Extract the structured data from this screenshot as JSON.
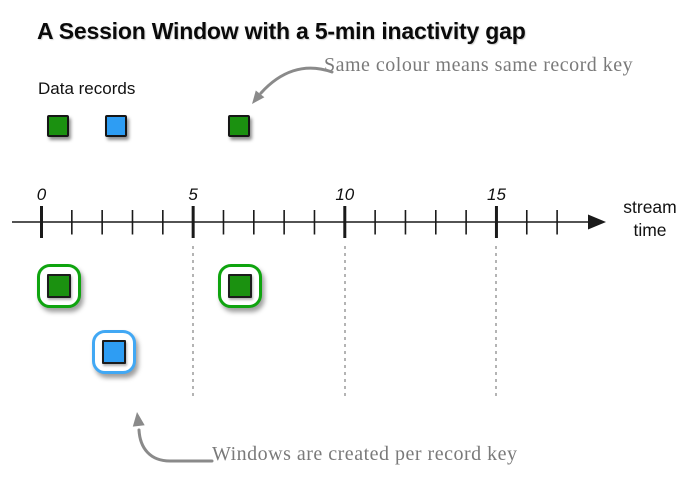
{
  "title": "A Session Window with a 5-min inactivity gap",
  "legend": {
    "label": "Data records"
  },
  "annotations": {
    "top": "Same colour means same record key",
    "bottom": "Windows are created per record key"
  },
  "axis": {
    "major_labels": [
      "0",
      "5",
      "10",
      "15"
    ],
    "minor_per_major": 5,
    "tick_count": 18,
    "label_line1": "stream",
    "label_line2": "time"
  },
  "colors": {
    "record_green": "#1B9110",
    "record_blue": "#2E9DF3",
    "window_green_border": "#0FA40F",
    "window_blue_border": "#41A8F4",
    "square_border": "#161616",
    "axis_black": "#1a1a1a",
    "annotation_gray": "#8a8a8a",
    "dotted_gray": "#B4B4B4"
  },
  "records": [
    {
      "color": "record_green"
    },
    {
      "color": "record_blue"
    },
    {
      "color": "record_green"
    }
  ],
  "windows": [
    {
      "border": "window_green_border",
      "record": "record_green"
    },
    {
      "border": "window_blue_border",
      "record": "record_blue"
    },
    {
      "border": "window_green_border",
      "record": "record_green"
    }
  ]
}
